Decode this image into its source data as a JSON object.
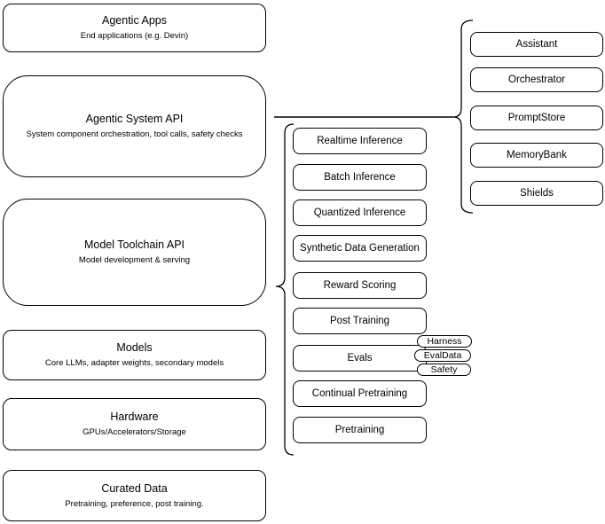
{
  "diagram": {
    "left_stack": [
      {
        "title": "Agentic Apps",
        "subtitle": "End applications (e.g. Devin)"
      },
      {
        "title": "Agentic System API",
        "subtitle": "System component orchestration, tool calls, safety checks"
      },
      {
        "title": "Model Toolchain API",
        "subtitle": "Model development & serving"
      },
      {
        "title": "Models",
        "subtitle": "Core LLMs, adapter weights, secondary models"
      },
      {
        "title": "Hardware",
        "subtitle": "GPUs/Accelerators/Storage"
      },
      {
        "title": "Curated Data",
        "subtitle": "Pretraining, preference, post training."
      }
    ],
    "toolchain_stack": [
      "Realtime Inference",
      "Batch Inference",
      "Quantized Inference",
      "Synthetic Data Generation",
      "Reward Scoring",
      "Post Training",
      "Evals",
      "Continual Pretraining",
      "Pretraining"
    ],
    "evals_tags": [
      "Harness",
      "EvalData",
      "Safety"
    ],
    "agentic_components": [
      "Assistant",
      "Orchestrator",
      "PromptStore",
      "MemoryBank",
      "Shields"
    ],
    "brackets": [
      {
        "group": "agentic_components",
        "points_to": "Agentic System API"
      },
      {
        "group": "toolchain_stack",
        "points_to": "Model Toolchain API"
      }
    ],
    "colors": {
      "stroke": "#000000",
      "text": "#000000",
      "background": "#ffffff"
    }
  }
}
